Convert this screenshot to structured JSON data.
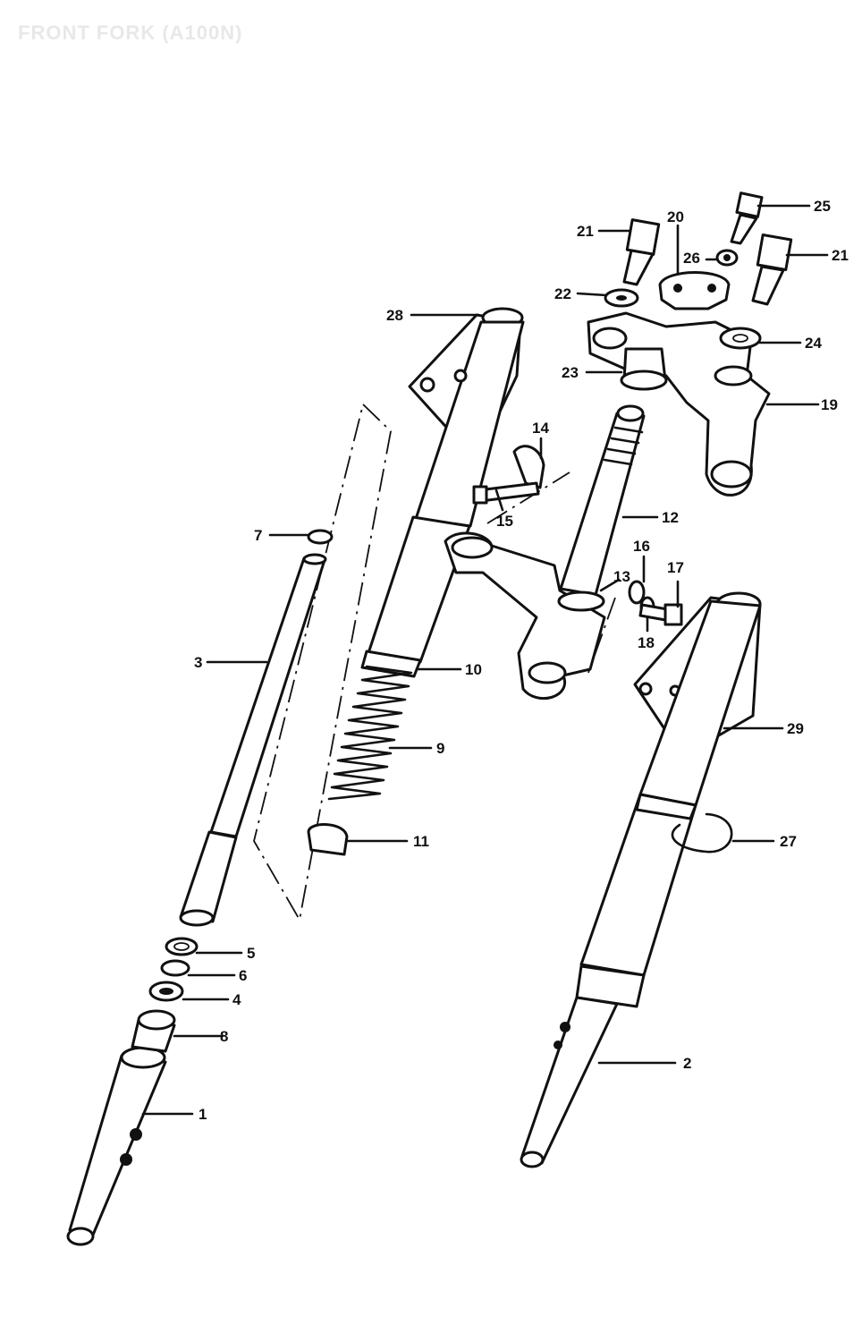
{
  "title": "FRONT FORK (A100N)",
  "callouts": [
    "1",
    "2",
    "3",
    "4",
    "5",
    "6",
    "7",
    "8",
    "9",
    "10",
    "11",
    "12",
    "13",
    "14",
    "15",
    "16",
    "17",
    "18",
    "19",
    "20",
    "21",
    "21",
    "22",
    "23",
    "24",
    "25",
    "26",
    "27",
    "28",
    "29"
  ],
  "colors": {
    "ink": "#111111",
    "paper": "#ffffff",
    "title": "#e8e8e8"
  }
}
